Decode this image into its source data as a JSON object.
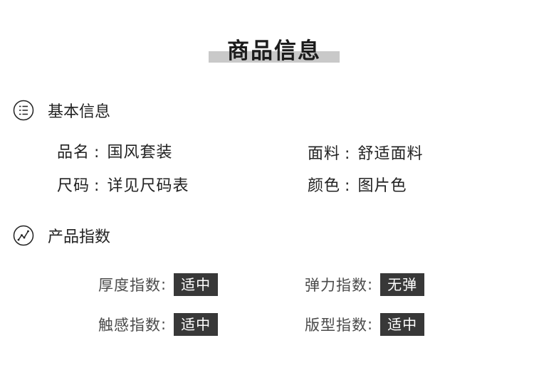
{
  "page": {
    "title": "商品信息"
  },
  "basic_info": {
    "title": "基本信息",
    "icon": "list-icon",
    "fields": [
      {
        "label": "品名",
        "value": "国风套装"
      },
      {
        "label": "面料",
        "value": "舒适面料"
      },
      {
        "label": "尺码",
        "value": "详见尺码表"
      },
      {
        "label": "颜色",
        "value": "图片色"
      }
    ]
  },
  "product_index": {
    "title": "产品指数",
    "icon": "trend-chart-icon",
    "items": [
      {
        "label": "厚度指数",
        "value": "适中"
      },
      {
        "label": "弹力指数",
        "value": "无弹"
      },
      {
        "label": "触感指数",
        "value": "适中"
      },
      {
        "label": "版型指数",
        "value": "适中"
      }
    ]
  },
  "colors": {
    "badge_bg": "#383838",
    "title_bar": "#c9c9c9",
    "text": "#222222"
  }
}
